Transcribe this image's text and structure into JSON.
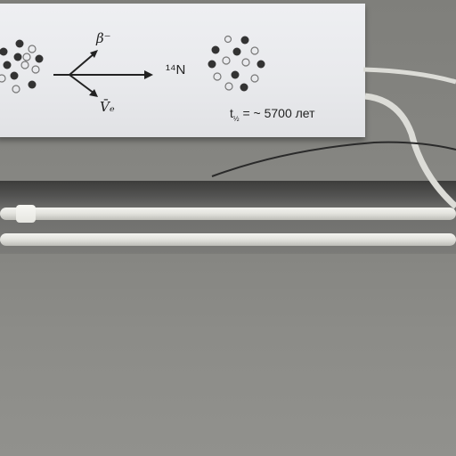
{
  "poster": {
    "emitted_particle": "β⁻",
    "antineutrino": "V̄ₑ",
    "daughter_nucleus": "¹⁴N",
    "half_life_symbol": "t",
    "half_life_subscript": "½",
    "half_life_value": " = ~ 5700 лет"
  },
  "colors": {
    "poster": "#e8e9ec",
    "wall": "#8a8a86",
    "pipe": "#e6e6e1",
    "ink": "#222222"
  }
}
